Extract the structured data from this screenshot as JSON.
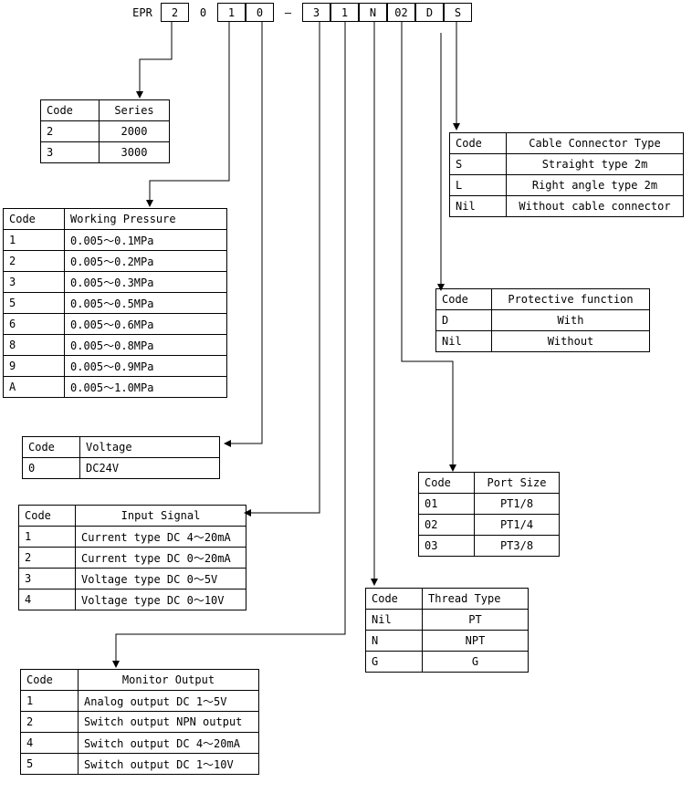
{
  "part_number": {
    "segments": [
      "EPR",
      "2",
      "0",
      "1",
      "0",
      "—",
      "3",
      "1",
      "N",
      "02",
      "D",
      "S"
    ]
  },
  "tables": {
    "series": {
      "headers": [
        "Code",
        "Series"
      ],
      "rows": [
        [
          "2",
          "2000"
        ],
        [
          "3",
          "3000"
        ]
      ]
    },
    "cable_connector": {
      "headers": [
        "Code",
        "Cable Connector Type"
      ],
      "rows": [
        [
          "S",
          "Straight type 2m"
        ],
        [
          "L",
          "Right angle type 2m"
        ],
        [
          "Nil",
          "Without cable connector"
        ]
      ]
    },
    "working_pressure": {
      "headers": [
        "Code",
        "Working Pressure"
      ],
      "rows": [
        [
          "1",
          "0.005～0.1MPa"
        ],
        [
          "2",
          "0.005～0.2MPa"
        ],
        [
          "3",
          "0.005～0.3MPa"
        ],
        [
          "5",
          "0.005～0.5MPa"
        ],
        [
          "6",
          "0.005～0.6MPa"
        ],
        [
          "8",
          "0.005～0.8MPa"
        ],
        [
          "9",
          "0.005～0.9MPa"
        ],
        [
          "A",
          "0.005～1.0MPa"
        ]
      ]
    },
    "protective": {
      "headers": [
        "Code",
        "Protective function"
      ],
      "rows": [
        [
          "D",
          "With"
        ],
        [
          "Nil",
          "Without"
        ]
      ]
    },
    "voltage": {
      "headers": [
        "Code",
        "Voltage"
      ],
      "rows": [
        [
          "0",
          "DC24V"
        ]
      ]
    },
    "port_size": {
      "headers": [
        "Code",
        "Port Size"
      ],
      "rows": [
        [
          "01",
          "PT1/8"
        ],
        [
          "02",
          "PT1/4"
        ],
        [
          "03",
          "PT3/8"
        ]
      ]
    },
    "input_signal": {
      "headers": [
        "Code",
        "Input Signal"
      ],
      "rows": [
        [
          "1",
          "Current type DC 4～20mA"
        ],
        [
          "2",
          "Current type DC 0～20mA"
        ],
        [
          "3",
          "Voltage type DC 0～5V"
        ],
        [
          "4",
          "Voltage type DC 0～10V"
        ]
      ]
    },
    "thread_type": {
      "headers": [
        "Code",
        "Thread Type"
      ],
      "rows": [
        [
          "Nil",
          "PT"
        ],
        [
          "N",
          "NPT"
        ],
        [
          "G",
          "G"
        ]
      ]
    },
    "monitor_output": {
      "headers": [
        "Code",
        "Monitor Output"
      ],
      "rows": [
        [
          "1",
          "Analog output DC 1～5V"
        ],
        [
          "2",
          "Switch output NPN output"
        ],
        [
          "4",
          "Switch output DC 4～20mA"
        ],
        [
          "5",
          "Switch output DC 1～10V"
        ]
      ]
    }
  }
}
